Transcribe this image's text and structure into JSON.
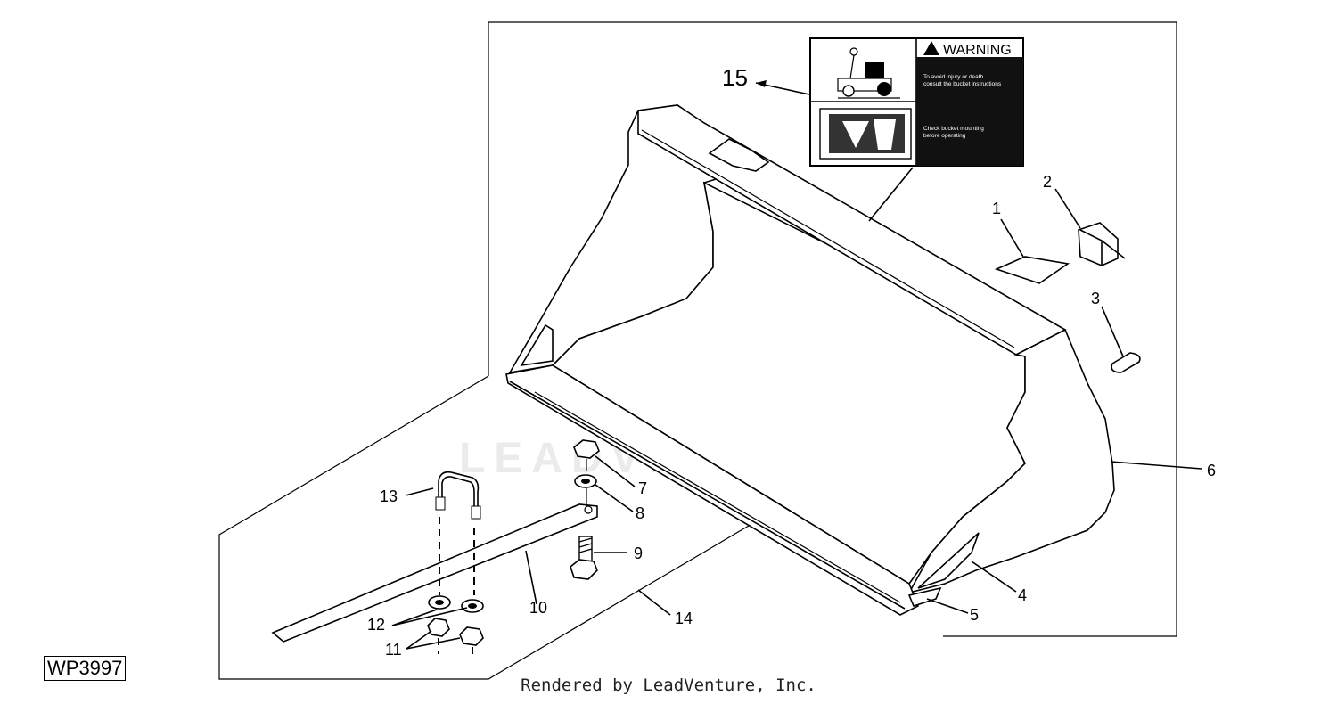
{
  "diagram": {
    "reference_code": "WP3997",
    "footer": "Rendered by LeadVenture, Inc.",
    "watermark": "LEADVENTURE",
    "callouts": {
      "c1": "1",
      "c2": "2",
      "c3": "3",
      "c4": "4",
      "c5": "5",
      "c6": "6",
      "c7": "7",
      "c8": "8",
      "c9": "9",
      "c10": "10",
      "c11": "11",
      "c12": "12",
      "c13": "13",
      "c14": "14",
      "c15": "15"
    },
    "warning_label": {
      "heading": "WARNING",
      "line1": "To avoid injury or death",
      "line2": "consult the bucket instructions",
      "line3": "Check bucket mounting",
      "line4": "before operating"
    }
  }
}
